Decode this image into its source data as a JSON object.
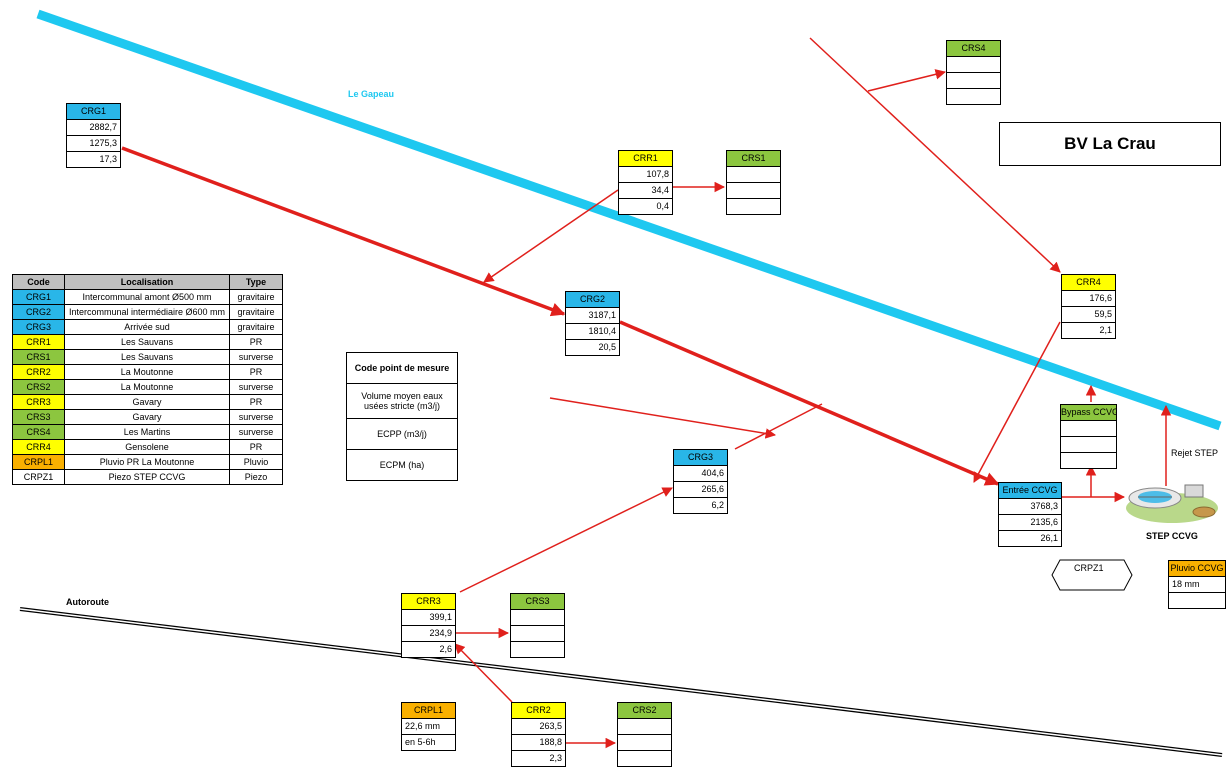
{
  "title": "BV La Crau",
  "colors": {
    "river": "#1ec8f0",
    "arrow": "#e0201c",
    "blue": "#29b6e8",
    "yellow": "#ffff00",
    "green": "#8cc63f",
    "orange": "#f9b000",
    "grey": "#bfbfbf"
  },
  "labels": {
    "river": "Le Gapeau",
    "road": "Autoroute",
    "step": "STEP CCVG",
    "rejet": "Rejet STEP",
    "crpz1": "CRPZ1"
  },
  "boxes": {
    "CRG1": {
      "name": "CRG1",
      "values": [
        "2882,7",
        "1275,3",
        "17,3"
      ]
    },
    "CRG2": {
      "name": "CRG2",
      "values": [
        "3187,1",
        "1810,4",
        "20,5"
      ]
    },
    "CRG3": {
      "name": "CRG3",
      "values": [
        "404,6",
        "265,6",
        "6,2"
      ]
    },
    "CRR1": {
      "name": "CRR1",
      "values": [
        "107,8",
        "34,4",
        "0,4"
      ]
    },
    "CRR2": {
      "name": "CRR2",
      "values": [
        "263,5",
        "188,8",
        "2,3"
      ]
    },
    "CRR3": {
      "name": "CRR3",
      "values": [
        "399,1",
        "234,9",
        "2,6"
      ]
    },
    "CRR4": {
      "name": "CRR4",
      "values": [
        "176,6",
        "59,5",
        "2,1"
      ]
    },
    "CRS1": {
      "name": "CRS1",
      "values": [
        "",
        "",
        ""
      ]
    },
    "CRS2": {
      "name": "CRS2",
      "values": [
        "",
        "",
        ""
      ]
    },
    "CRS3": {
      "name": "CRS3",
      "values": [
        "",
        "",
        ""
      ]
    },
    "CRS4": {
      "name": "CRS4",
      "values": [
        "",
        "",
        ""
      ]
    },
    "ENTREE": {
      "name": "Entrée CCVG",
      "values": [
        "3768,3",
        "2135,6",
        "26,1"
      ]
    },
    "BYPASS": {
      "name": "Bypass CCVG",
      "values": [
        "",
        "",
        ""
      ]
    },
    "CRPL1": {
      "name": "CRPL1",
      "values": [
        "22,6 mm",
        "en 5-6h"
      ]
    },
    "PLUVIO": {
      "name": "Pluvio CCVG",
      "values": [
        "18 mm",
        ""
      ]
    }
  },
  "legend": {
    "headers": [
      "Code",
      "Localisation",
      "Type"
    ],
    "rows": [
      {
        "code": "CRG1",
        "loc": "Intercommunal amont Ø500 mm",
        "type": "gravitaire",
        "color": "blue"
      },
      {
        "code": "CRG2",
        "loc": "Intercommunal intermédiaire Ø600 mm",
        "type": "gravitaire",
        "color": "blue"
      },
      {
        "code": "CRG3",
        "loc": "Arrivée sud",
        "type": "gravitaire",
        "color": "blue"
      },
      {
        "code": "CRR1",
        "loc": "Les Sauvans",
        "type": "PR",
        "color": "yellow"
      },
      {
        "code": "CRS1",
        "loc": "Les Sauvans",
        "type": "surverse",
        "color": "green"
      },
      {
        "code": "CRR2",
        "loc": "La Moutonne",
        "type": "PR",
        "color": "yellow"
      },
      {
        "code": "CRS2",
        "loc": "La Moutonne",
        "type": "surverse",
        "color": "green"
      },
      {
        "code": "CRR3",
        "loc": "Gavary",
        "type": "PR",
        "color": "yellow"
      },
      {
        "code": "CRS3",
        "loc": "Gavary",
        "type": "surverse",
        "color": "green"
      },
      {
        "code": "CRS4",
        "loc": "Les Martins",
        "type": "surverse",
        "color": "green"
      },
      {
        "code": "CRR4",
        "loc": "Gensolene",
        "type": "PR",
        "color": "yellow"
      },
      {
        "code": "CRPL1",
        "loc": "Pluvio PR La Moutonne",
        "type": "Pluvio",
        "color": "orange"
      },
      {
        "code": "CRPZ1",
        "loc": "Piezo STEP CCVG",
        "type": "Piezo",
        "color": "none"
      }
    ]
  },
  "key": {
    "header": "Code point de mesure",
    "volume": "Volume moyen eaux usées stricte (m3/j)",
    "ecpp": "ECPP (m3/j)",
    "ecpm": "ECPM (ha)"
  }
}
